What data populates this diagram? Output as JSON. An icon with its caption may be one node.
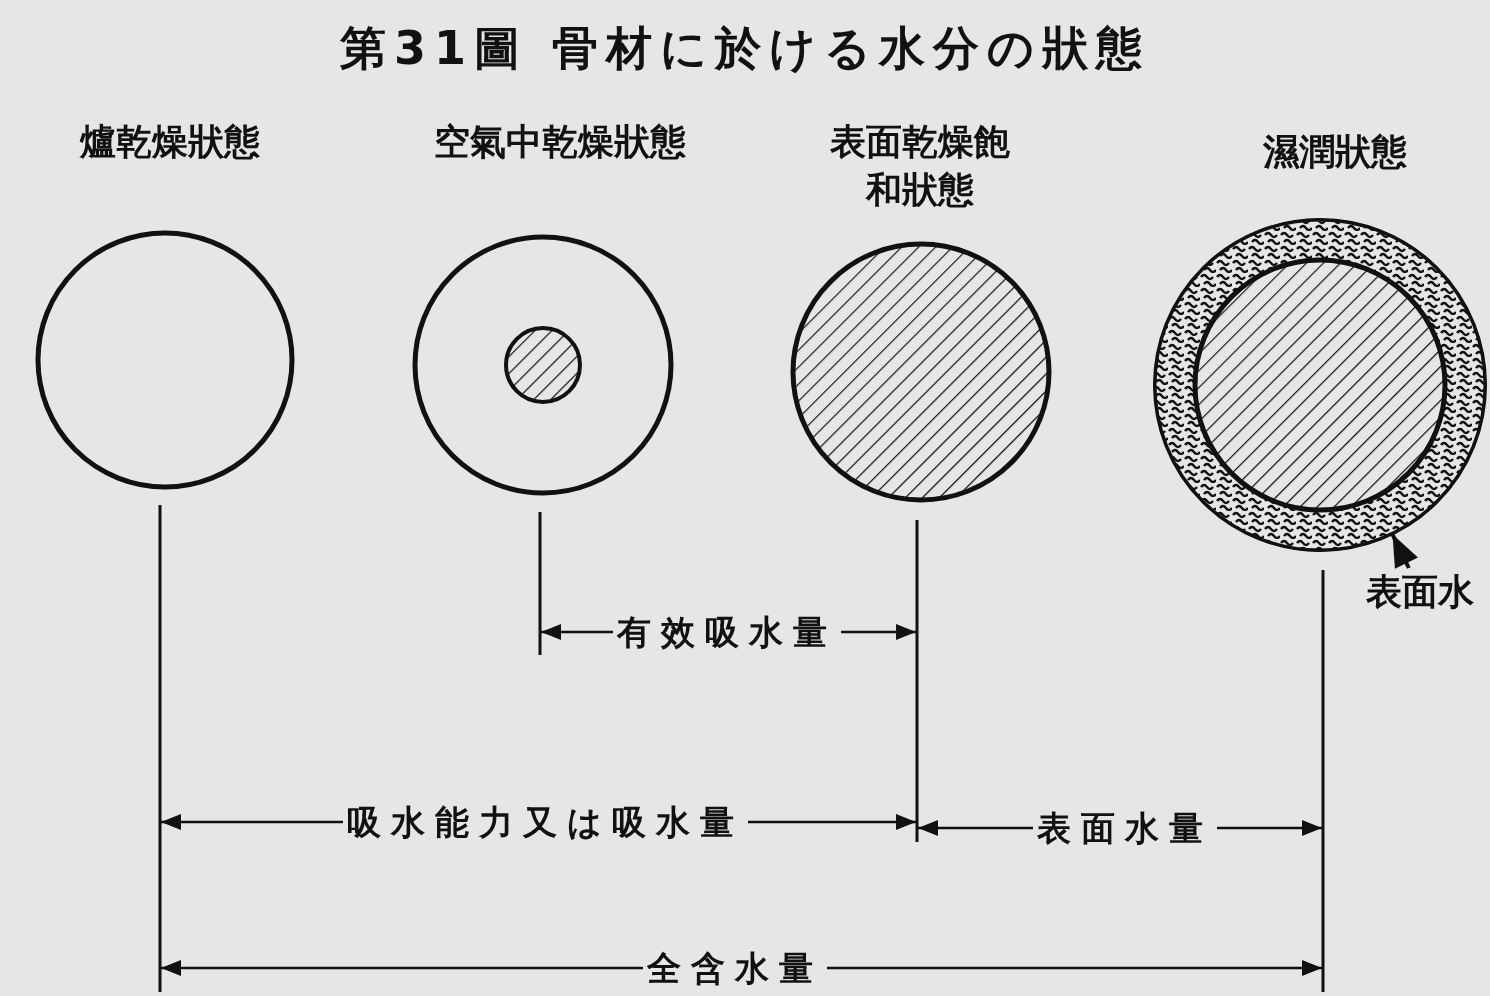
{
  "diagram": {
    "title": "第31圖 骨材に於ける水分の狀態",
    "nodes": [
      {
        "text": [
          "爐乾燥狀態"
        ]
      },
      {
        "text": [
          "空氣中乾燥狀態"
        ]
      },
      {
        "text": [
          "表面乾燥飽和狀態"
        ]
      },
      {
        "text": [
          "濕潤狀態"
        ]
      },
      {
        "text": [],
        "shape": "circle",
        "in": 3
      },
      {
        "text": [
          "表面水"
        ]
      }
    ],
    "edges": [
      {
        "from": 5,
        "to": 4,
        "arrow": "to"
      }
    ],
    "labels": [
      "有效吸水量",
      "吸水能力又は吸水量",
      "表面水量",
      "全含水量"
    ]
  }
}
